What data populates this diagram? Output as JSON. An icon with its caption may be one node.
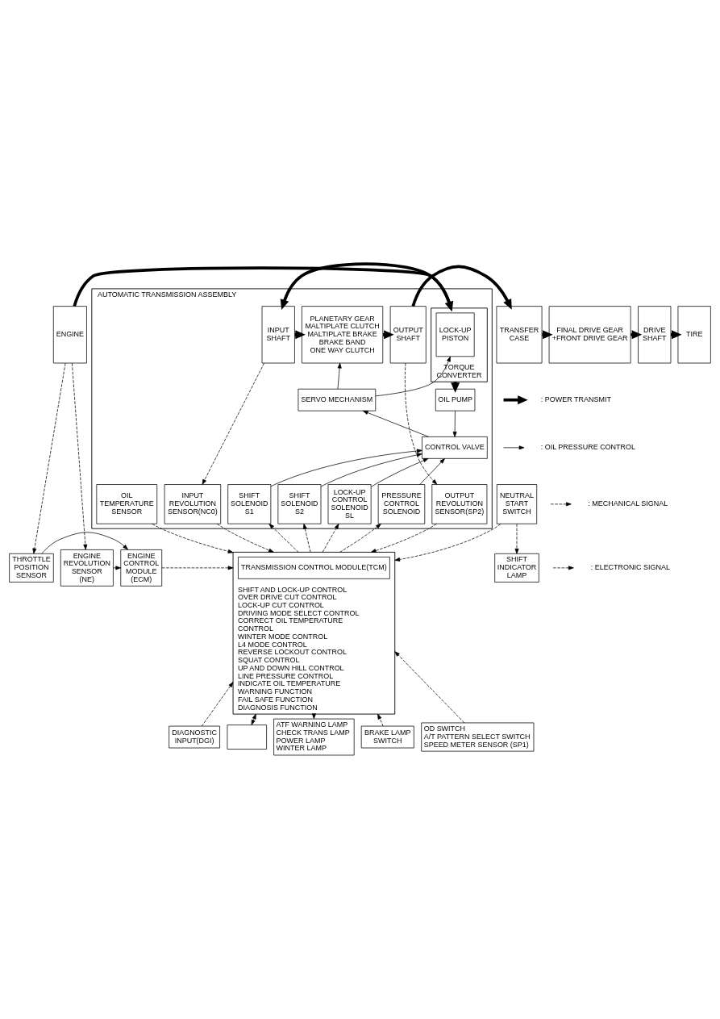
{
  "diagram": {
    "nodes": [
      {
        "text": [
          "AUTOMATIC TRANSMISSION ASSEMBLY"
        ]
      },
      {
        "text": [
          "ENGINE"
        ]
      },
      {
        "text": [
          "TORQUE CONVERTER"
        ],
        "in": 0
      },
      {
        "text": [
          "LOCK-UP PISTON"
        ],
        "in": 2
      },
      {
        "text": [
          "INPUT SHAFT"
        ],
        "in": 0
      },
      {
        "text": [
          "PLANETARY GEAR",
          "MALTIPLATE CLUTCH",
          "MALTIPLATE BRAKE",
          "BRAKE BAND",
          "ONE WAY CLUTCH"
        ],
        "in": 0
      },
      {
        "text": [
          "OUTPUT SHAFT"
        ],
        "in": 0
      },
      {
        "text": [
          "TRANSFER CASE"
        ]
      },
      {
        "text": [
          "FINAL DRIVE GEAR +FRONT DRIVE GEAR"
        ]
      },
      {
        "text": [
          "DRIVE SHAFT"
        ]
      },
      {
        "text": [
          "TIRE"
        ]
      },
      {
        "text": [
          "OIL PUMP"
        ],
        "in": 0
      },
      {
        "text": [
          "SERVO MECHANISM"
        ],
        "in": 0
      },
      {
        "text": [
          "CONTROL VALVE"
        ],
        "in": 0
      },
      {
        "text": [
          "INPUT REVOLUTION SENSOR(NC0)"
        ],
        "in": 0
      },
      {
        "text": [
          "OIL TEMPERATURE SENSOR"
        ],
        "in": 0
      },
      {
        "text": [
          "SHIFT SOLENOID S1"
        ],
        "in": 0
      },
      {
        "text": [
          "SHIFT SOLENOID S2"
        ],
        "in": 0
      },
      {
        "text": [
          "LOCK-UP CONTROL SOLENOID SL"
        ],
        "in": 0
      },
      {
        "text": [
          "PRESSURE CONTROL SOLENOID"
        ],
        "in": 0
      },
      {
        "text": [
          "OUTPUT REVOLUTION SENSOR(SP2)"
        ],
        "in": 0
      },
      {
        "text": [
          "NEUTRAL START SWITCH"
        ]
      },
      {
        "text": [
          "SHIFT INDICATOR LAMP"
        ]
      },
      {
        "text": [
          "SHIFT AND LOCK-UP CONTROL",
          "OVER DRIVE CUT CONTROL",
          "LOCK-UP CUT CONTROL",
          "DRIVING MODE SELECT CONTROL",
          "CORRECT OIL TEMPERATURE CONTROL",
          "WINTER MODE CONTROL",
          "L4 MODE CONTROL",
          "REVERSE LOCKOUT CONTROL",
          "SQUAT CONTROL",
          "UP AND DOWN HILL CONTROL",
          "LINE PRESSURE CONTROL",
          "INDICATE OIL TEMPERATURE WARNING FUNCTION",
          "FAIL SAFE FUNCTION",
          "DIAGNOSIS FUNCTION"
        ]
      },
      {
        "text": [
          "TRANSMISSION CONTROL MODULE(TCM)"
        ],
        "in": 23
      },
      {
        "text": [
          "THROTTLE POSITION SENSOR"
        ]
      },
      {
        "text": [
          "ENGINE REVOLUTION SENSOR (NE)"
        ]
      },
      {
        "text": [
          "ENGINE CONTROL MODULE (ECM)"
        ]
      },
      {
        "text": [
          "BRAKE LAMP SWITCH"
        ]
      },
      {
        "text": [
          "OD SWITCH",
          "A/T PATTERN SELECT SWITCH",
          "SPEED METER SENSOR (SP1)"
        ]
      },
      {
        "text": [
          "DIAGNOSTIC INPUT(DGI)"
        ]
      },
      {
        "text": [],
        "shape": "box"
      },
      {
        "text": [
          "ATF WARNING LAMP",
          "CHECK TRANS LAMP",
          "POWER LAMP",
          "WINTER LAMP"
        ]
      }
    ],
    "edges": [
      {
        "from": 1,
        "to": 2,
        "arrow": "to",
        "style": "thick"
      },
      {
        "from": 2,
        "to": 4,
        "arrow": "to",
        "style": "thick"
      },
      {
        "from": 4,
        "to": 5,
        "arrow": "to",
        "style": "thick"
      },
      {
        "from": 5,
        "to": 6,
        "arrow": "to",
        "style": "thick"
      },
      {
        "from": 6,
        "to": 7,
        "arrow": "to",
        "style": "thick"
      },
      {
        "from": 7,
        "to": 8,
        "arrow": "to",
        "style": "thick"
      },
      {
        "from": 8,
        "to": 9,
        "arrow": "to",
        "style": "thick"
      },
      {
        "from": 9,
        "to": 10,
        "arrow": "to",
        "style": "thick"
      },
      {
        "from": 2,
        "to": 11,
        "arrow": "to",
        "style": "thick"
      },
      {
        "from": 11,
        "to": 13,
        "arrow": "to"
      },
      {
        "from": 13,
        "to": 12,
        "arrow": "to"
      },
      {
        "from": 12,
        "to": 5,
        "arrow": "to"
      },
      {
        "from": 12,
        "to": 3,
        "arrow": "to"
      },
      {
        "from": 16,
        "to": 13,
        "arrow": "to"
      },
      {
        "from": 17,
        "to": 13,
        "arrow": "to"
      },
      {
        "from": 18,
        "to": 13,
        "arrow": "to"
      },
      {
        "from": 19,
        "to": 13,
        "arrow": "to"
      },
      {
        "from": 4,
        "to": 14,
        "arrow": "to",
        "style": "dashed"
      },
      {
        "from": 6,
        "to": 20,
        "arrow": "to",
        "style": "dashed"
      },
      {
        "from": 14,
        "to": 23,
        "arrow": "to",
        "style": "dashed"
      },
      {
        "from": 15,
        "to": 23,
        "arrow": "to",
        "style": "dashed"
      },
      {
        "from": 23,
        "to": 16,
        "arrow": "to",
        "style": "dashed"
      },
      {
        "from": 23,
        "to": 17,
        "arrow": "to",
        "style": "dashed"
      },
      {
        "from": 23,
        "to": 18,
        "arrow": "to",
        "style": "dashed"
      },
      {
        "from": 23,
        "to": 19,
        "arrow": "to",
        "style": "dashed"
      },
      {
        "from": 20,
        "to": 23,
        "arrow": "to",
        "style": "dashed"
      },
      {
        "from": 21,
        "to": 23,
        "arrow": "to",
        "style": "dashed"
      },
      {
        "from": 21,
        "to": 22,
        "arrow": "to",
        "style": "dashed"
      },
      {
        "from": 1,
        "to": 25,
        "arrow": "to",
        "style": "dashed"
      },
      {
        "from": 1,
        "to": 26,
        "arrow": "to",
        "style": "dashed"
      },
      {
        "from": 25,
        "to": 27,
        "arrow": "to"
      },
      {
        "from": 26,
        "to": 27,
        "arrow": "to"
      },
      {
        "from": 27,
        "to": 23,
        "arrow": "to",
        "style": "dashed"
      },
      {
        "from": 30,
        "to": 23,
        "arrow": "to",
        "style": "dashed"
      },
      {
        "from": 31,
        "to": 23,
        "arrow": "both",
        "style": "dashed"
      },
      {
        "from": 28,
        "to": 23,
        "arrow": "to",
        "style": "dashed"
      },
      {
        "from": 29,
        "to": 23,
        "arrow": "to",
        "style": "dashed"
      },
      {
        "from": 23,
        "to": 32,
        "arrow": "to",
        "style": "dashed"
      }
    ],
    "legend": [
      {
        "text": ": POWER TRANSMIT"
      },
      {
        "text": ": OIL PRESSURE CONTROL"
      },
      {
        "text": ": MECHANICAL SIGNAL"
      },
      {
        "text": ": ELECTRONIC SIGNAL"
      }
    ]
  }
}
